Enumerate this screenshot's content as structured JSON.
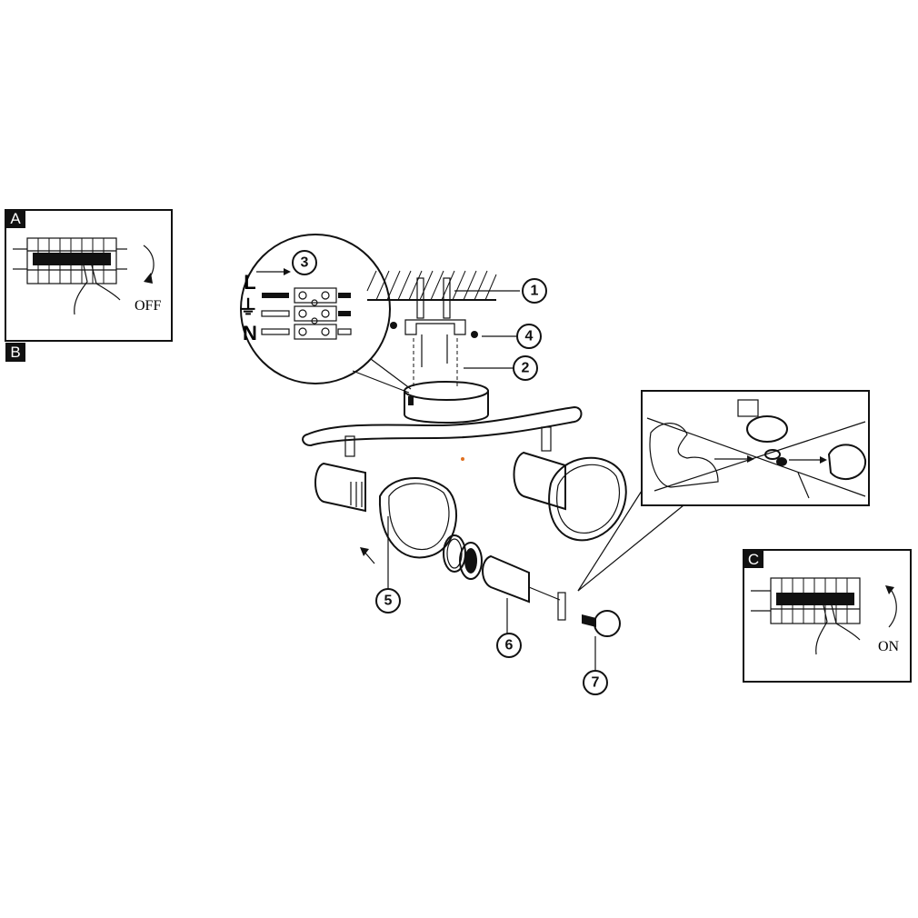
{
  "panels": {
    "A": {
      "tag": "A",
      "switch_label": "OFF"
    },
    "B": {
      "tag": "B"
    },
    "C": {
      "tag": "C",
      "switch_label": "ON"
    }
  },
  "wiring": {
    "step": "3",
    "rows": [
      {
        "label": "L"
      },
      {
        "label": "⏚"
      },
      {
        "label": "N"
      }
    ]
  },
  "callouts": [
    "1",
    "2",
    "4",
    "5",
    "6",
    "7"
  ],
  "colors": {
    "line": "#111111",
    "tag_bg": "#111111",
    "tag_fg": "#ffffff",
    "accent_dot": "#e07020"
  }
}
